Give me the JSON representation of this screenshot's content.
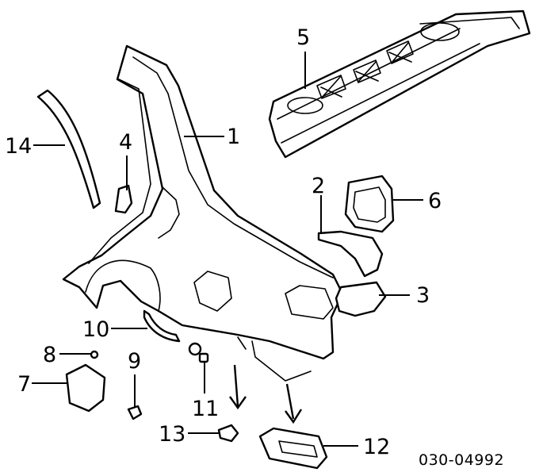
{
  "diagram": {
    "callouts": [
      {
        "id": "1",
        "label": "1"
      },
      {
        "id": "2",
        "label": "2"
      },
      {
        "id": "3",
        "label": "3"
      },
      {
        "id": "4",
        "label": "4"
      },
      {
        "id": "5",
        "label": "5"
      },
      {
        "id": "6",
        "label": "6"
      },
      {
        "id": "7",
        "label": "7"
      },
      {
        "id": "8",
        "label": "8"
      },
      {
        "id": "9",
        "label": "9"
      },
      {
        "id": "10",
        "label": "10"
      },
      {
        "id": "11",
        "label": "11"
      },
      {
        "id": "12",
        "label": "12"
      },
      {
        "id": "13",
        "label": "13"
      },
      {
        "id": "14",
        "label": "14"
      }
    ],
    "reference_code": "030-04992",
    "colors": {
      "line": "#000000",
      "background": "#ffffff"
    }
  }
}
